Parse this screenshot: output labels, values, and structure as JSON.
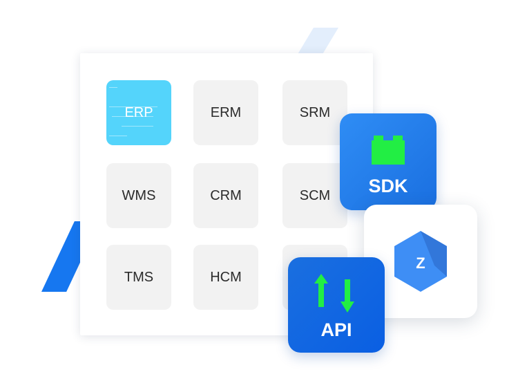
{
  "grid": {
    "tiles": [
      "ERP",
      "ERM",
      "SRM",
      "WMS",
      "CRM",
      "SCM",
      "TMS",
      "HCM",
      ""
    ]
  },
  "cards": {
    "sdk_label": "SDK",
    "api_label": "API",
    "logo_letter": "Z"
  },
  "icons": {
    "sdk": "lego-block-icon",
    "api": "up-down-arrows-icon",
    "logo": "hexagon-z-logo"
  },
  "colors": {
    "accent_blue": "#1a6fe0",
    "active_tile": "#54d4fb",
    "lego_green": "#22ee44",
    "logo_blue": "#3e8ef5"
  }
}
